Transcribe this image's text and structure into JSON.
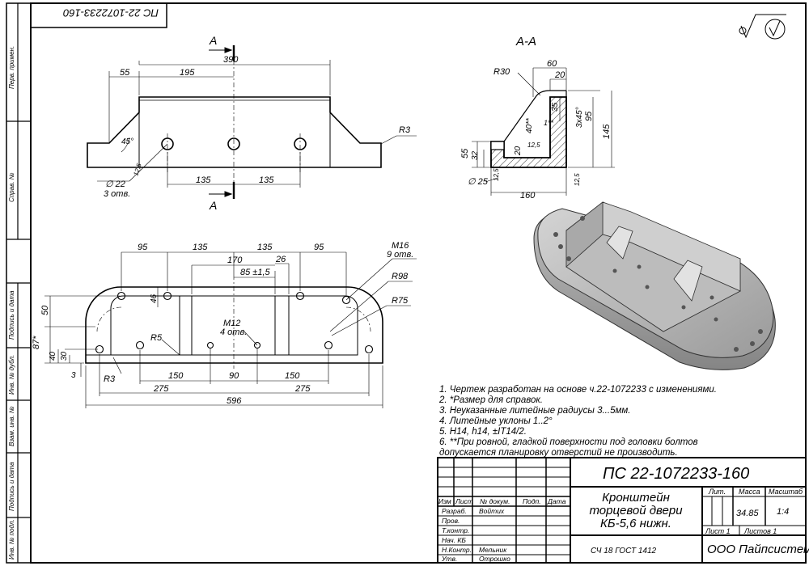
{
  "stamp_top": "ПС 22-1072233-160",
  "side_labels": [
    "Перв. примен.",
    "Справ. №",
    "Подпись и дата",
    "Инв. № дубл.",
    "Взам. инв. №",
    "Подпись и дата",
    "Инв. № подл."
  ],
  "surface_symbol": "√(√)",
  "section_title": "А-А",
  "section_marks": {
    "a_top": "А",
    "a_bottom": "А"
  },
  "front_view": {
    "d390": "390",
    "d195": "195",
    "d55": "55",
    "d135a": "135",
    "d135b": "135",
    "angle45": "45°",
    "hole_dia": "∅ 22",
    "hole_count": "3 отв.",
    "rough": "12,5",
    "r3": "R3"
  },
  "section_view": {
    "d60": "60",
    "d20": "20",
    "r30": "R30",
    "d35": "35",
    "chamfer": "3х45°",
    "d95": "95",
    "d145": "145",
    "d40": "40**",
    "d1": "1**",
    "d20b": "20",
    "rough1": "12,5",
    "d55": "55",
    "d32": "32",
    "dia25": "∅ 25",
    "d160": "160",
    "rough2": "12,5",
    "rough3": "12,5"
  },
  "plan_view": {
    "d95a": "95",
    "d135a": "135",
    "d135b": "135",
    "d95b": "95",
    "d170": "170",
    "d26": "26",
    "d85": "85 ±1,5",
    "m16": "М16",
    "m16_count": "9 отв.",
    "r98": "R98",
    "r75": "R75",
    "d46": "46",
    "d50": "50",
    "d87": "87*",
    "d40": "40",
    "d30": "30",
    "d3": "3",
    "r5": "R5",
    "m12": "М12",
    "m12_count": "4 отв.",
    "r3": "R3",
    "d150a": "150",
    "d90": "90",
    "d150b": "150",
    "d275a": "275",
    "d275b": "275",
    "d596": "596"
  },
  "notes": [
    "1. Чертеж разработан на основе ч.22-1072233 с изменениями.",
    "2. *Размер для справок.",
    "3. Неуказанные литейные радиусы 3...5мм.",
    "4. Литейные уклоны 1..2°",
    "5. Н14, h14, ±IT14/2.",
    "6. **При ровной, гладкой поверхности под головки болтов",
    "допускается планировку отверстий не производить."
  ],
  "title_block": {
    "doc_number": "ПС 22-1072233-160",
    "part_name": [
      "Кронштейн",
      "торцевой двери",
      "КБ-5,6 нижн."
    ],
    "h_izm": "Изм",
    "h_list": "Лист",
    "h_doc": "№ докум.",
    "h_sign": "Подп.",
    "h_date": "Дата",
    "r_razrab": "Разраб.",
    "razrab_name": "Войтих",
    "r_prov": "Пров.",
    "r_tkontr": "Т.контр.",
    "r_nachkb": "Нач. КБ",
    "r_nkontr": "Н.Контр.",
    "nkontr_name": "Мельник",
    "r_utv": "Утв.",
    "utv_name": "Отрошко",
    "h_lit": "Лит.",
    "h_mass": "Масса",
    "h_scale": "Масштаб",
    "mass": "34.85",
    "scale": "1:4",
    "sheet": "Лист 1",
    "sheets": "Листов 1",
    "material": "СЧ 18 ГОСТ 1412",
    "company": "ООО Пайпсистем"
  }
}
